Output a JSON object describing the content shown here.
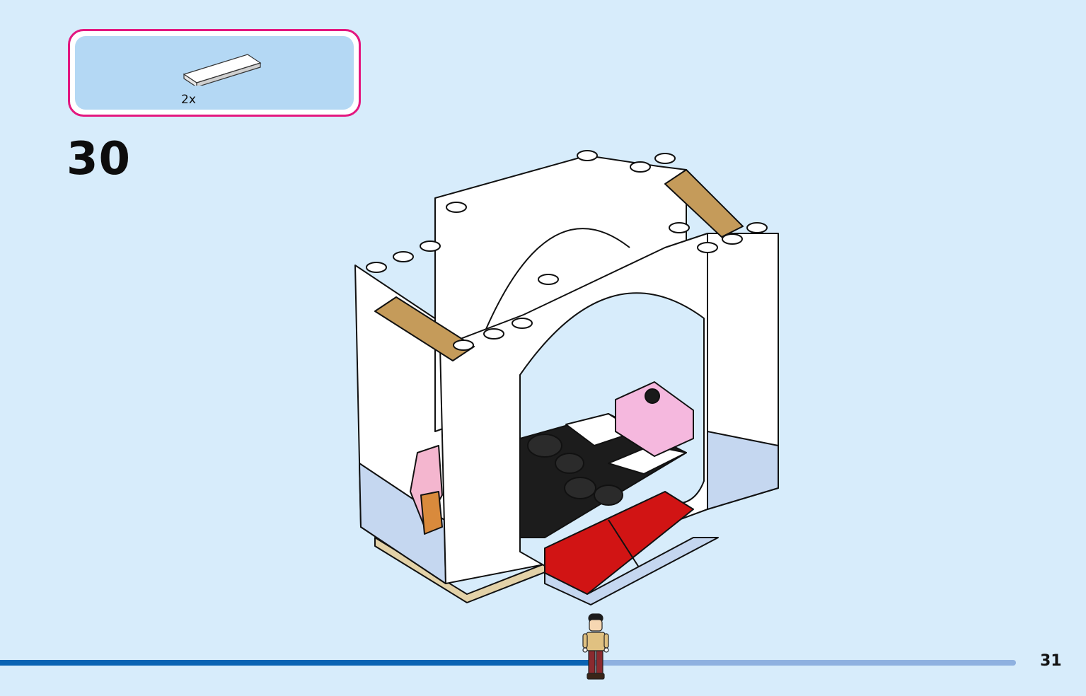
{
  "parts_callout": {
    "quantity": "2x",
    "part_icon": "white-flat-tile-icon"
  },
  "step": {
    "number": "30"
  },
  "model": {
    "icon": "castle-gate-model-illustration"
  },
  "progress": {
    "fraction": 0.585,
    "marker_icon": "prince-minifigure-icon"
  },
  "page": {
    "number": "31"
  },
  "colors": {
    "background": "#d7ecfb",
    "callout_border": "#e3177f",
    "callout_fill": "#b4d8f4",
    "progress_done": "#0a63b3",
    "progress_remaining": "#8fb1e0"
  }
}
